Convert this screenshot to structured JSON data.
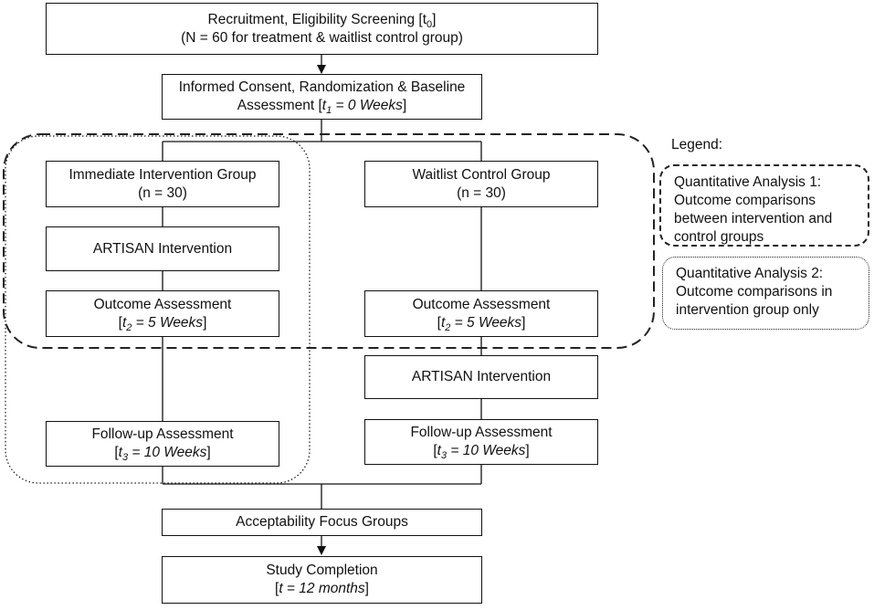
{
  "boxes": {
    "recruitment": {
      "line1_pre": "Recruitment, Eligibility Screening [t",
      "line1_sub": "0",
      "line1_post": "]",
      "line2": "(N = 60 for treatment & waitlist control group)"
    },
    "consent": {
      "line1": "Informed Consent, Randomization & Baseline",
      "line2_pre": "Assessment [",
      "t": "t",
      "sub": "1",
      "eq": " = 0 Weeks",
      "close": "]"
    },
    "immediate_group": {
      "line1": "Immediate Intervention Group",
      "line2": "(n = 30)"
    },
    "waitlist_group": {
      "line1": "Waitlist Control Group",
      "line2": "(n = 30)"
    },
    "artisan_left": {
      "label": "ARTISAN Intervention"
    },
    "artisan_right": {
      "label": "ARTISAN Intervention"
    },
    "outcome_left": {
      "line1": "Outcome Assessment",
      "open": "[",
      "t": "t",
      "sub": "2",
      "eq": " = 5 Weeks",
      "close": "]"
    },
    "outcome_right": {
      "line1": "Outcome Assessment",
      "open": "[",
      "t": "t",
      "sub": "2",
      "eq": " = 5 Weeks",
      "close": "]"
    },
    "followup_left": {
      "line1": "Follow-up Assessment",
      "open": "[",
      "t": "t",
      "sub": "3",
      "eq": " = 10 Weeks",
      "close": "]"
    },
    "followup_right": {
      "line1": "Follow-up Assessment",
      "open": "[",
      "t": "t",
      "sub": "3",
      "eq": " = 10 Weeks",
      "close": "]"
    },
    "focus_groups": {
      "label": "Acceptability Focus Groups"
    },
    "completion": {
      "line1": "Study Completion",
      "open": "[",
      "t": "t",
      "eq": " = 12 months",
      "close": "]"
    }
  },
  "legend": {
    "title": "Legend:",
    "analysis1": [
      "Quantitative Analysis 1:",
      "Outcome comparisons",
      "between intervention and",
      "control groups"
    ],
    "analysis2": [
      "Quantitative Analysis 2:",
      "Outcome comparisons in",
      "intervention group only"
    ]
  }
}
